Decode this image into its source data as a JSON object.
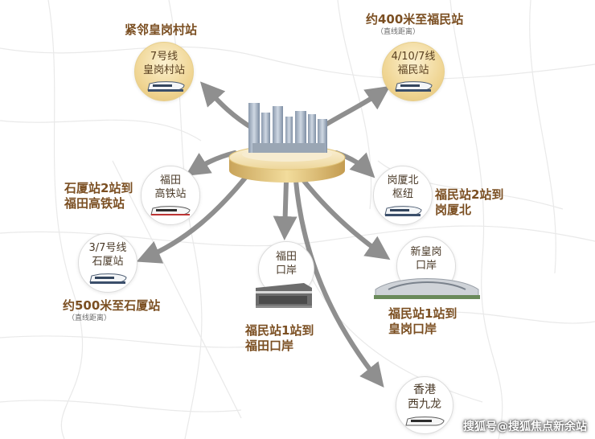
{
  "nodes": {
    "huanggangcun": {
      "heading": "紧邻皇岗村站",
      "line1": "7号线",
      "line2": "皇岗村站"
    },
    "futian_station": {
      "heading": "约400米至福民站",
      "note": "（直线距离）",
      "line1": "4/10/7线",
      "line2": "福民站"
    },
    "futian_hsr": {
      "heading_line1": "石厦站2站到",
      "heading_line2": "福田高铁站",
      "line1": "福田",
      "line2": "高铁站"
    },
    "gangxiabei": {
      "heading_line1": "福民站2站到",
      "heading_line2": "岗厦北",
      "line1": "岗厦北",
      "line2": "枢纽"
    },
    "shixia": {
      "heading": "约500米至石厦站",
      "note": "（直线距离）",
      "line1": "3/7号线",
      "line2": "石厦站"
    },
    "futian_port": {
      "heading_line1": "福民站1站到",
      "heading_line2": "福田口岸",
      "line1": "福田",
      "line2": "口岸"
    },
    "huanggang_port": {
      "heading_line1": "福民站1站到",
      "heading_line2": "皇岗口岸",
      "line1": "新皇岗",
      "line2": "口岸"
    },
    "west_kowloon": {
      "line1": "香港",
      "line2": "西九龙"
    }
  },
  "watermark": "搜狐号@搜狐焦点新余站",
  "colors": {
    "label": "#7b4f22",
    "arrow": "#8f8f8f",
    "gold": "#e6c97f",
    "map_line": "#e6e6e6"
  }
}
